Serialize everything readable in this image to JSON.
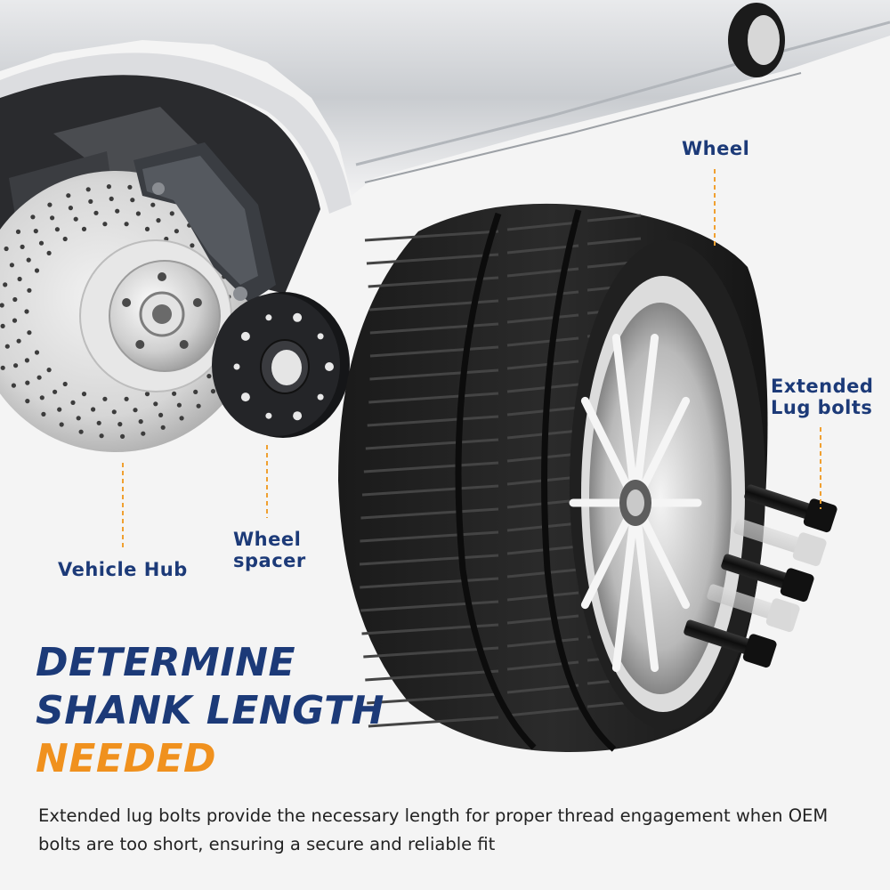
{
  "labels": {
    "wheel": "Wheel",
    "lug_bolts_line1": "Extended",
    "lug_bolts_line2": "Lug bolts",
    "spacer_line1": "Wheel",
    "spacer_line2": "spacer",
    "hub": "Vehicle Hub"
  },
  "headline": {
    "line1": "DETERMINE",
    "line2": "SHANK LENGTH",
    "line3": "NEEDED"
  },
  "description": "Extended lug bolts provide the necessary length for proper thread engagement when OEM bolts are too short, ensuring a secure and reliable fit",
  "colors": {
    "navy": "#1c3a78",
    "orange": "#f0911e",
    "leader_line": "#f0a030"
  }
}
